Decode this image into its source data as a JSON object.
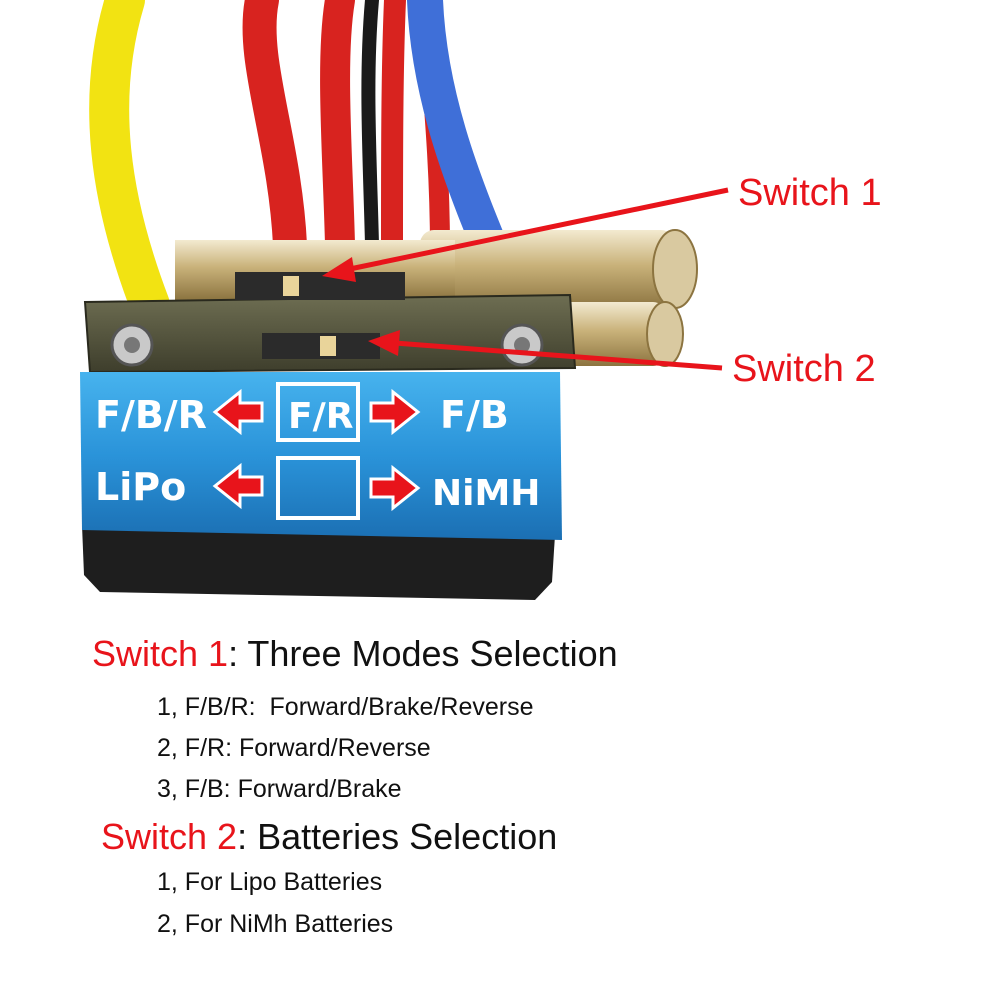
{
  "callouts": {
    "switch1": "Switch 1",
    "switch2": "Switch 2"
  },
  "device_labels": {
    "row1_left": "F/B/R",
    "row1_center": "F/R",
    "row1_right": "F/B",
    "row2_left": "LiPo",
    "row2_right": "NiMH"
  },
  "section1": {
    "title_red": "Switch 1",
    "title_rest": ": Three Modes Selection",
    "items": [
      "1, F/B/R:  Forward/Brake/Reverse",
      "2, F/R: Forward/Reverse",
      "3, F/B: Forward/Brake"
    ]
  },
  "section2": {
    "title_red": "Switch 2",
    "title_rest": ": Batteries Selection",
    "items": [
      "1, For Lipo Batteries",
      "2, For NiMh Batteries"
    ]
  },
  "colors": {
    "accent_red": "#e8141b",
    "label_blue": "#2a93d9",
    "wire_yellow": "#f2e312",
    "wire_red": "#d8231f",
    "wire_blue": "#3f6fd8"
  }
}
